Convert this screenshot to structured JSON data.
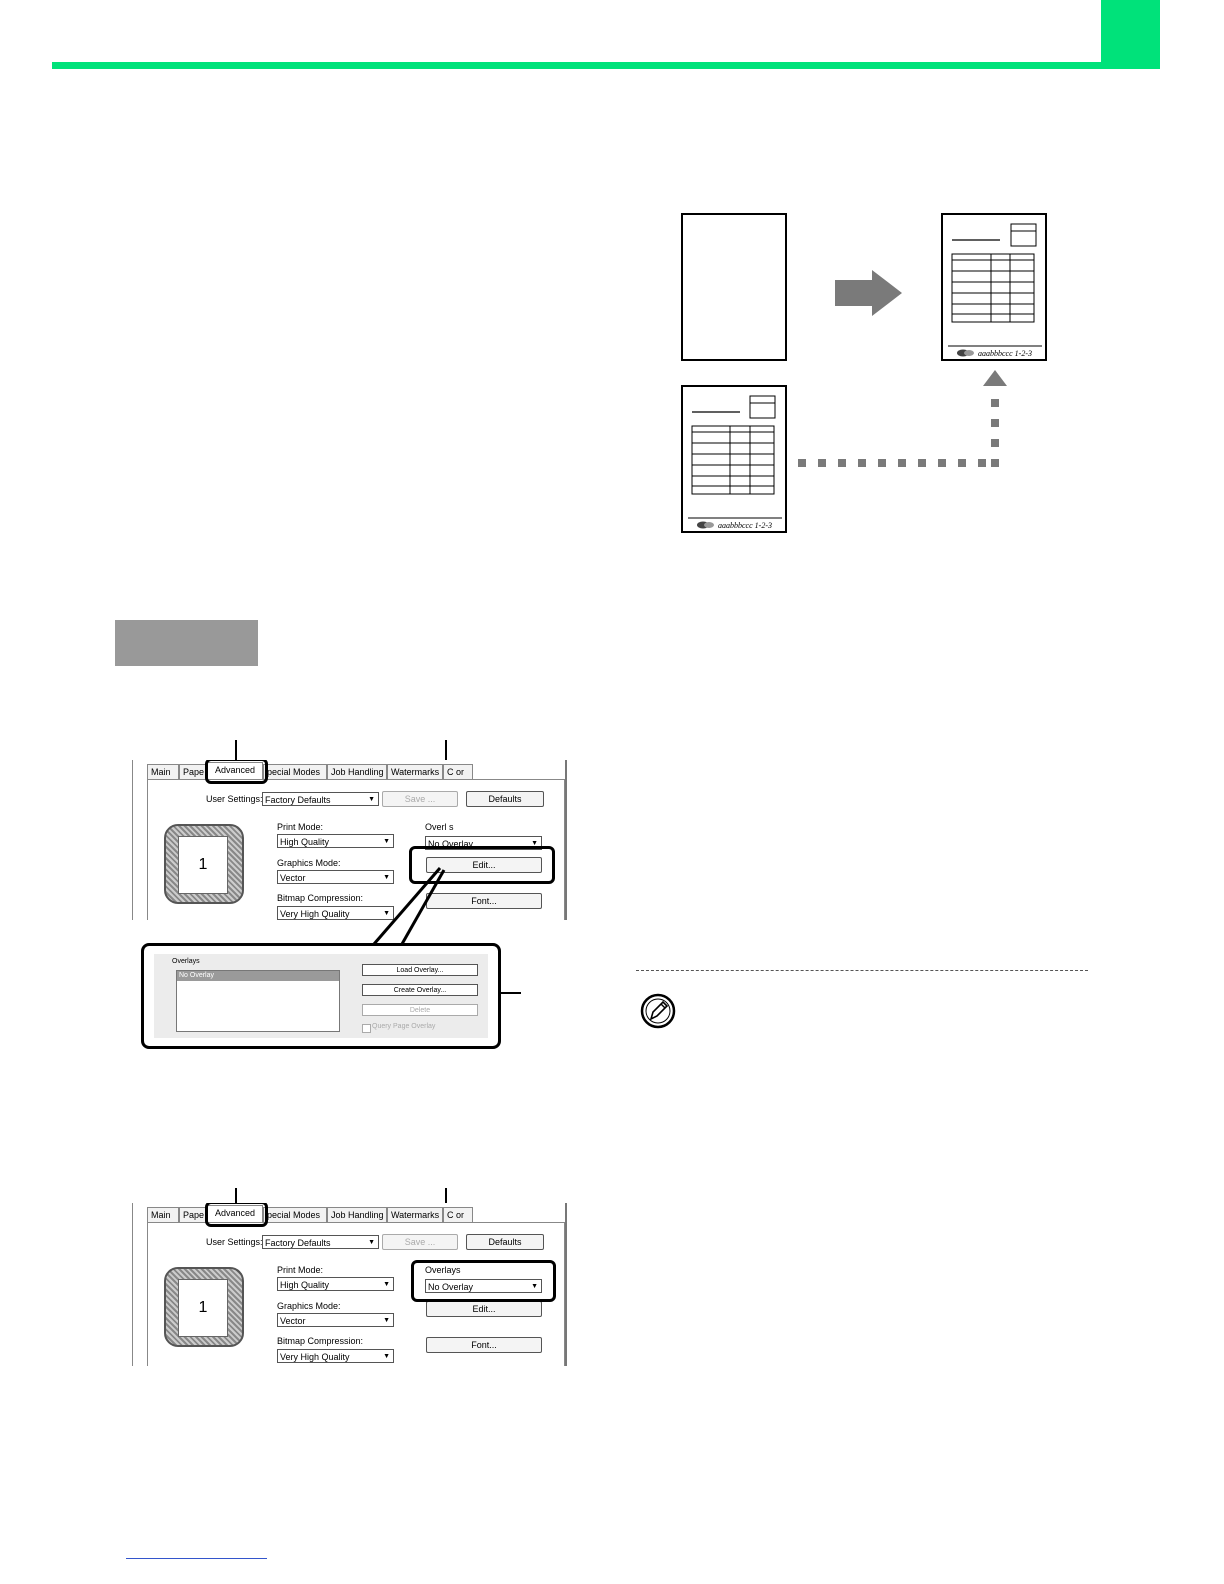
{
  "dialog1": {
    "tabs": [
      "Main",
      "Pape",
      "Advanced",
      "pecial Modes",
      "Job Handling",
      "Watermarks",
      "C  or"
    ],
    "user_settings_label": "User Settings:",
    "user_settings_value": "Factory Defaults",
    "save_label": "Save ...",
    "defaults_label": "Defaults",
    "print_mode_label": "Print Mode:",
    "print_mode_value": "High Quality",
    "graphics_mode_label": "Graphics Mode:",
    "graphics_mode_value": "Vector",
    "bitmap_label": "Bitmap Compression:",
    "bitmap_value": "Very High Quality",
    "overlays_label": "Overl  s",
    "overlays_value": "No Overlay",
    "edit_label": "Edit...",
    "font_label": "Font...",
    "preview_number": "1"
  },
  "overlay_zoom": {
    "group_label": "Overlays",
    "list_item": "No Overlay",
    "load_label": "Load Overlay...",
    "create_label": "Create Overlay...",
    "delete_label": "Delete",
    "query_label": "Query Page Overlay"
  },
  "dialog2": {
    "tabs": [
      "Main",
      "Pape",
      "Advanced",
      "pecial Modes",
      "Job Handling",
      "Watermarks",
      "C  or"
    ],
    "user_settings_label": "User Settings:",
    "user_settings_value": "Factory Defaults",
    "save_label": "Save ...",
    "defaults_label": "Defaults",
    "print_mode_label": "Print Mode:",
    "print_mode_value": "High Quality",
    "graphics_mode_label": "Graphics Mode:",
    "graphics_mode_value": "Vector",
    "bitmap_label": "Bitmap Compression:",
    "bitmap_value": "Very High Quality",
    "overlays_label": "Overlays",
    "overlays_value": "No Overlay",
    "edit_label": "Edit...",
    "font_label": "Font...",
    "preview_number": "1"
  },
  "illustration": {
    "footer_text": "aaabbbccc 1-2-3"
  },
  "colors": {
    "accent": "#00e27a",
    "step_box": "#999999"
  },
  "icons": [
    "note-pencil-icon",
    "right-arrow-icon",
    "dotted-arrow-icon"
  ]
}
